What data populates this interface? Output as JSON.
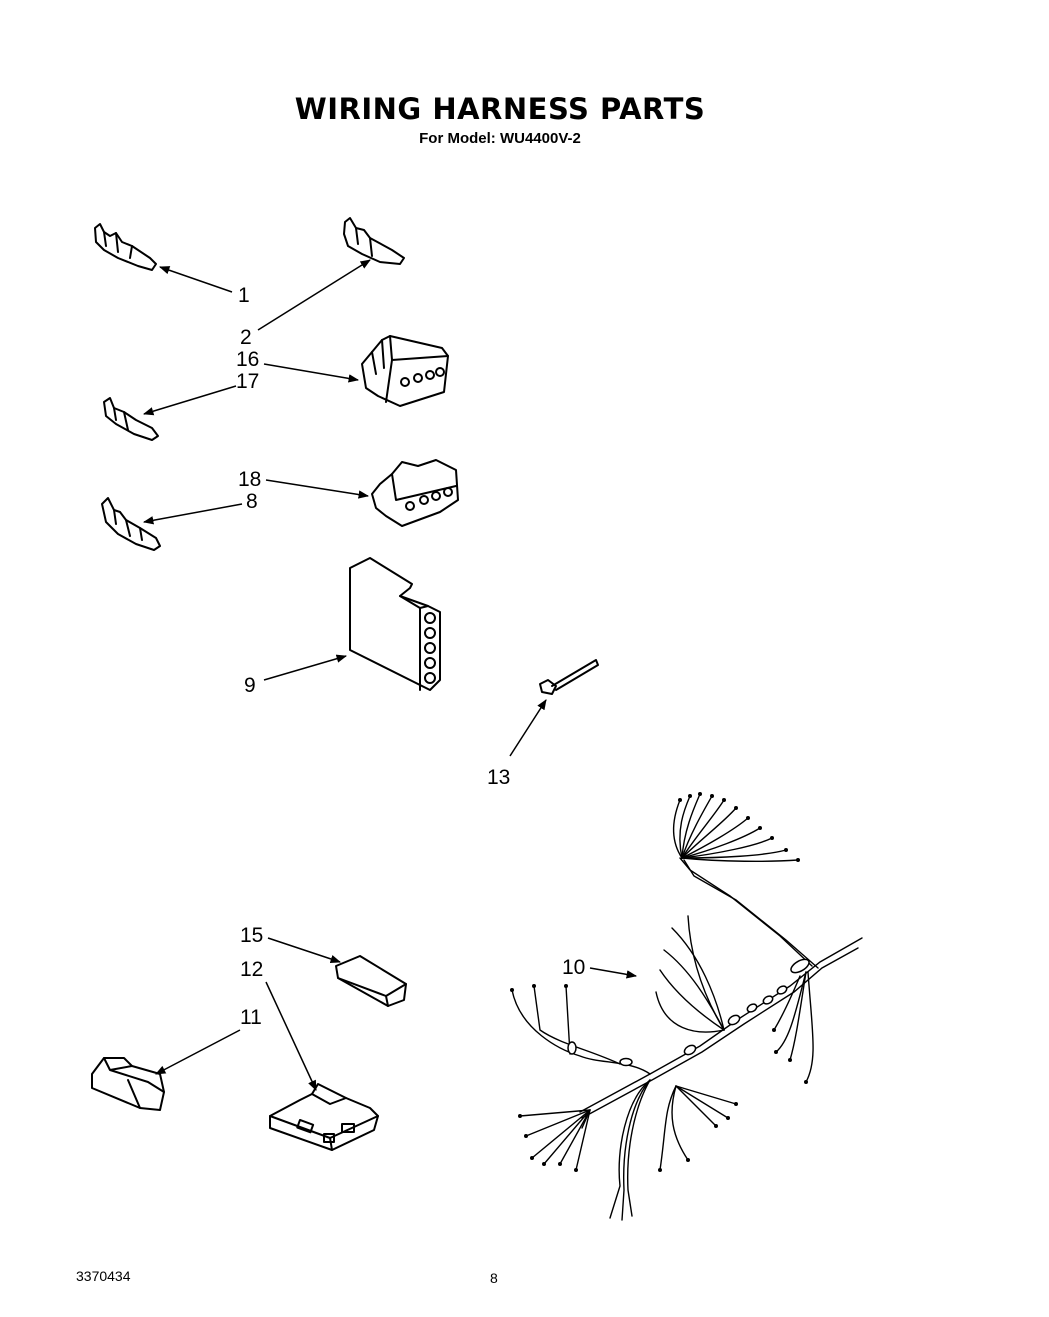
{
  "title": "WIRING HARNESS PARTS",
  "subtitle": "For Model: WU4400V-2",
  "document_number": "3370434",
  "page_number": "8",
  "callouts": {
    "c1": "1",
    "c2": "2",
    "c16": "16",
    "c17": "17",
    "c18": "18",
    "c8": "8",
    "c9": "9",
    "c13": "13",
    "c15": "15",
    "c12": "12",
    "c11": "11",
    "c10": "10"
  }
}
